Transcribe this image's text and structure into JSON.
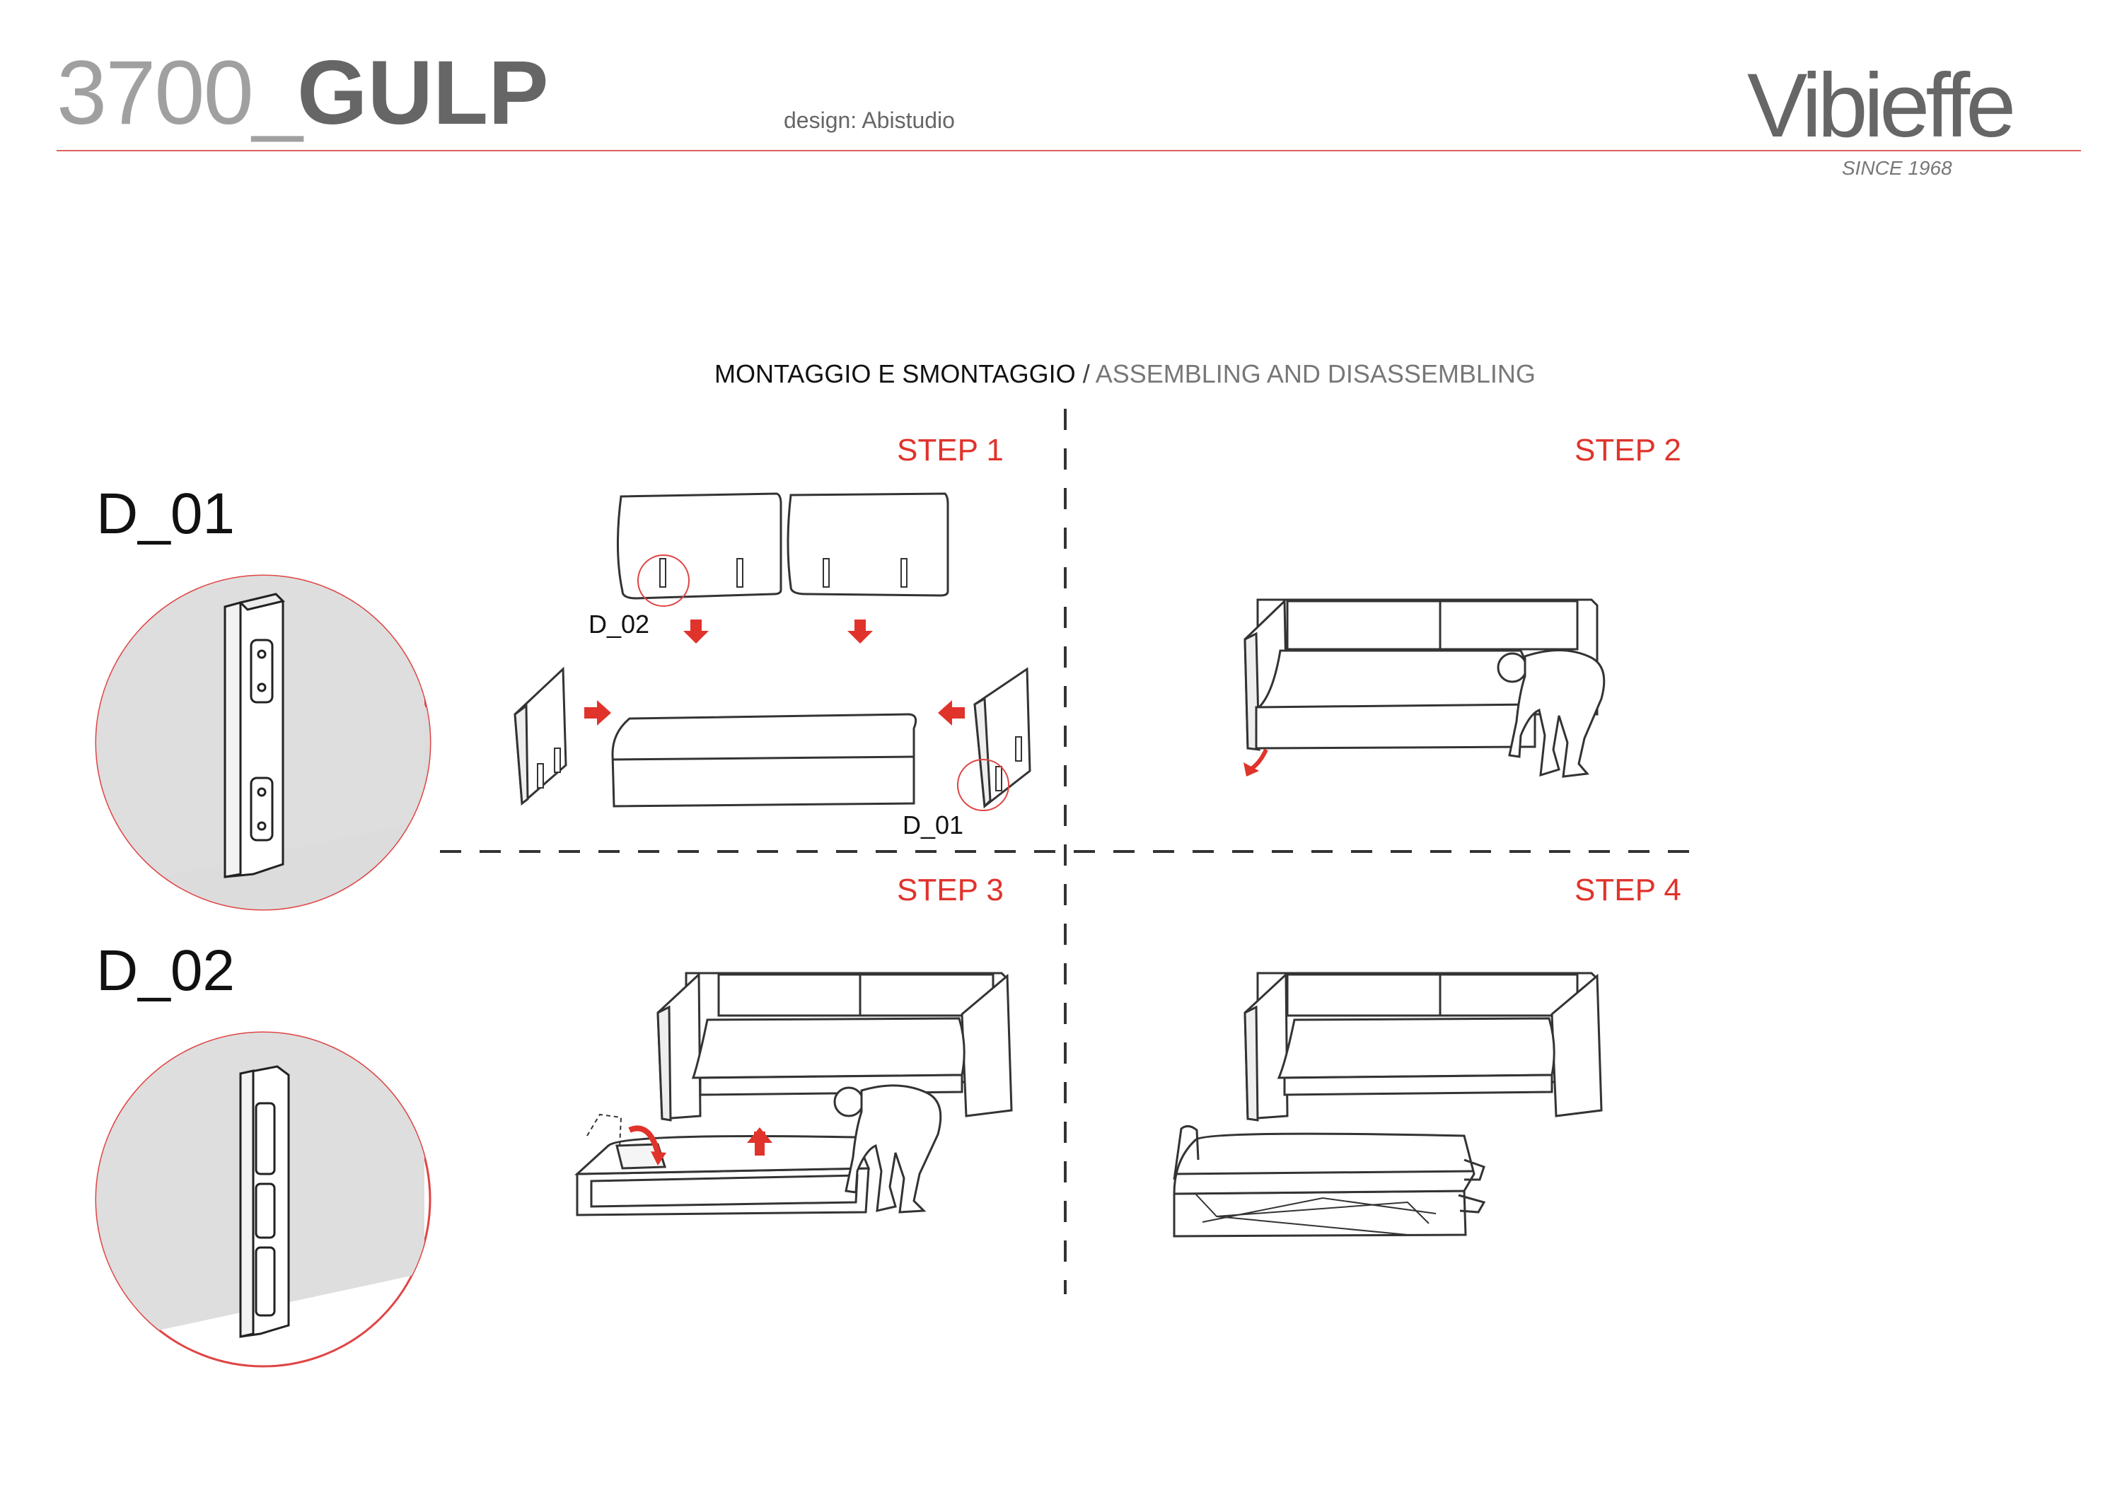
{
  "header": {
    "code": "3700_",
    "name": "GULP",
    "design_credit": "design: Abistudio",
    "brand": "Vibieffe",
    "since": "SINCE 1968"
  },
  "section": {
    "title_it": "MONTAGGIO E SMONTAGGIO",
    "separator": "/",
    "title_en": "ASSEMBLING AND DISASSEMBLING"
  },
  "steps": [
    "STEP 1",
    "STEP 2",
    "STEP 3",
    "STEP 4"
  ],
  "details": {
    "d01": "D_01",
    "d02": "D_02"
  },
  "callouts": {
    "d02": "D_02",
    "d01": "D_01"
  },
  "colors": {
    "accent": "#e0332b",
    "rule": "#e06060",
    "text_gray": "#666666"
  }
}
